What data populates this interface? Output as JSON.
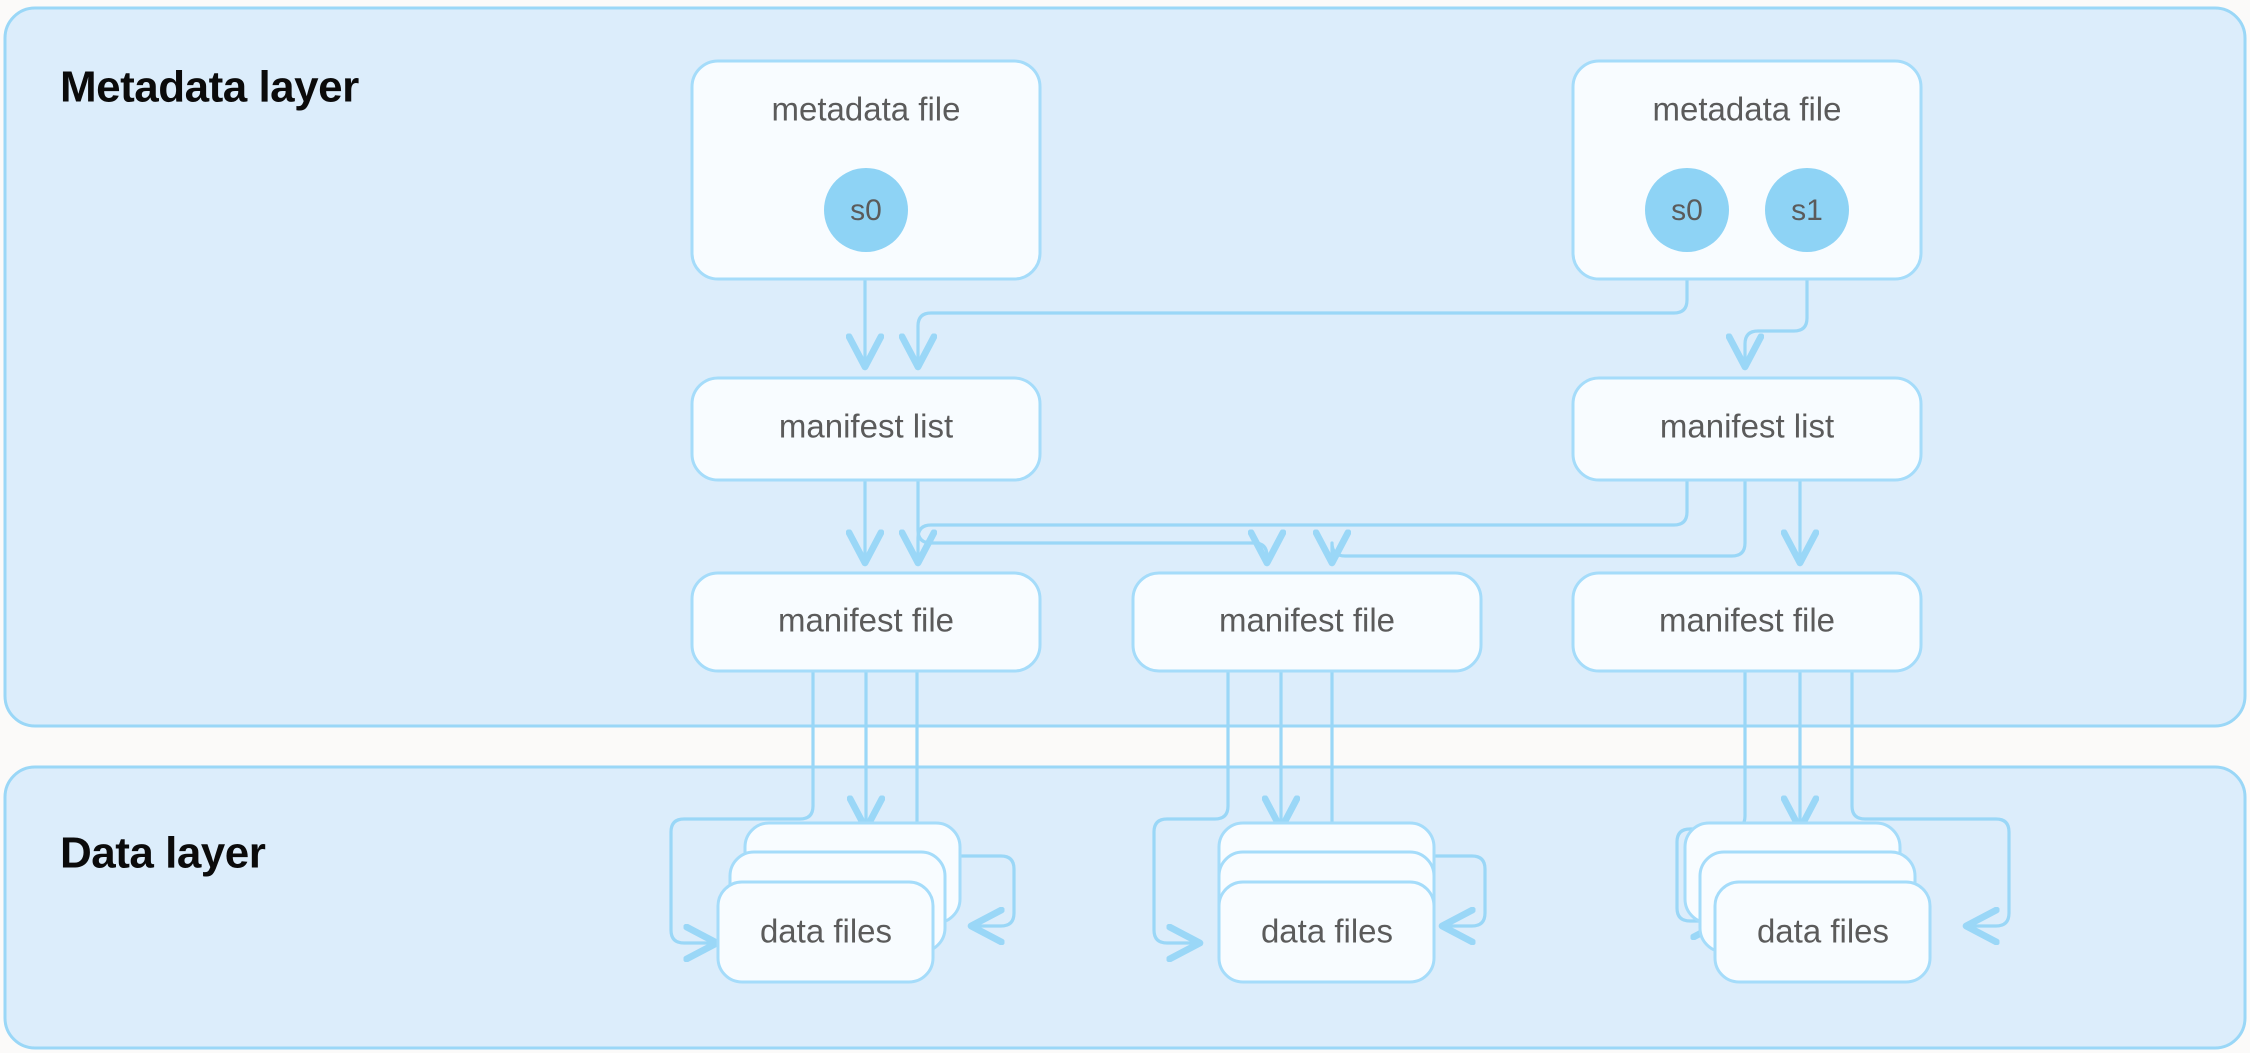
{
  "diagram": {
    "title_hidden": "Apache Iceberg table metadata structure",
    "colors": {
      "layer_fill": "#dcedfb",
      "layer_stroke": "#9ad7f7",
      "node_fill": "#f8fcff",
      "node_stroke": "#a5dcfa",
      "connector": "#9ad7f7",
      "snapshot_fill": "#8ed3f5",
      "label_text": "#5b5b5b",
      "title_text": "#0b0b0b",
      "page_background": "#fbfaf9"
    },
    "layers": [
      {
        "id": "metadata-layer",
        "title": "Metadata layer"
      },
      {
        "id": "data-layer",
        "title": "Data layer"
      }
    ],
    "metadata_files": [
      {
        "id": "metadata-file-left",
        "label": "metadata file",
        "snapshots": [
          {
            "label": "s0"
          }
        ]
      },
      {
        "id": "metadata-file-right",
        "label": "metadata file",
        "snapshots": [
          {
            "label": "s0"
          },
          {
            "label": "s1"
          }
        ]
      }
    ],
    "manifest_lists": [
      {
        "id": "manifest-list-left",
        "label": "manifest list"
      },
      {
        "id": "manifest-list-right",
        "label": "manifest list"
      }
    ],
    "manifest_files": [
      {
        "id": "manifest-file-left",
        "label": "manifest file"
      },
      {
        "id": "manifest-file-middle",
        "label": "manifest file"
      },
      {
        "id": "manifest-file-right",
        "label": "manifest file"
      }
    ],
    "data_file_groups": [
      {
        "id": "data-files-left",
        "label": "data files",
        "stack_count": 3
      },
      {
        "id": "data-files-middle",
        "label": "data files",
        "stack_count": 3
      },
      {
        "id": "data-files-right",
        "label": "data files",
        "stack_count": 3
      }
    ]
  }
}
